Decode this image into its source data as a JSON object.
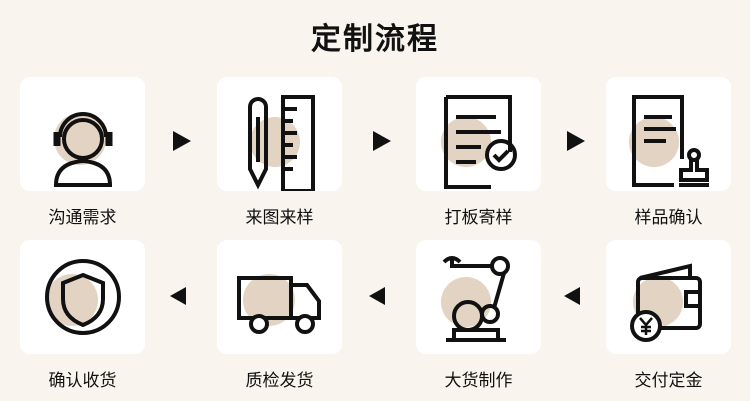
{
  "title": "定制流程",
  "steps": [
    {
      "label": "沟通需求",
      "icon": "headset-user-icon"
    },
    {
      "label": "来图来样",
      "icon": "pencil-ruler-icon"
    },
    {
      "label": "打板寄样",
      "icon": "document-check-icon"
    },
    {
      "label": "样品确认",
      "icon": "document-stamp-icon"
    },
    {
      "label": "交付定金",
      "icon": "wallet-yuan-icon"
    },
    {
      "label": "大货制作",
      "icon": "robot-arm-icon"
    },
    {
      "label": "质检发货",
      "icon": "delivery-truck-icon"
    },
    {
      "label": "确认收货",
      "icon": "shield-icon"
    }
  ],
  "colors": {
    "background": "#f9f5ee",
    "accent_circle": "#e2d3c3",
    "card": "#ffffff"
  }
}
